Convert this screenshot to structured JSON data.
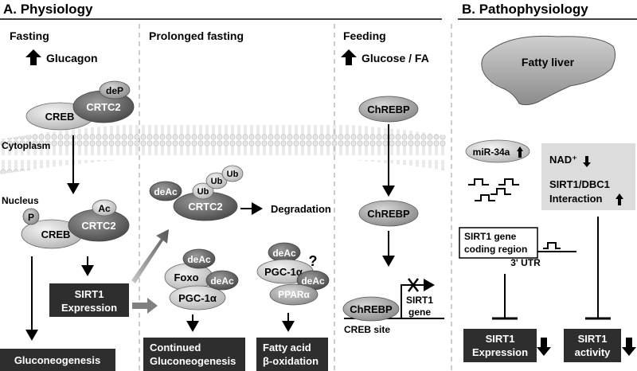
{
  "sections": {
    "physiology_title": "A. Physiology",
    "pathophysiology_title": "B. Pathophysiology"
  },
  "columns": {
    "fasting": "Fasting",
    "prolonged": "Prolonged fasting",
    "feeding": "Feeding"
  },
  "signals": {
    "glucagon": "Glucagon",
    "glucose_fa": "Glucose / FA"
  },
  "compartments": {
    "cytoplasm": "Cytoplasm",
    "nucleus": "Nucleus"
  },
  "nodes": {
    "creb": "CREB",
    "crtc2": "CRTC2",
    "dep": "deP",
    "p": "P",
    "ac": "Ac",
    "deac": "deAc",
    "ub": "Ub",
    "foxo": "Foxo",
    "pgc1a": "PGC-1α",
    "ppara": "PPARα",
    "question": "?",
    "chrebp": "ChREBP",
    "mir34a": "miR-34a",
    "nad": "NAD⁺",
    "sirt1_dbc1_line1": "SIRT1/DBC1",
    "sirt1_dbc1_line2": "Interaction"
  },
  "processes": {
    "degradation": "Degradation",
    "sirt1_expression_1": "SIRT1",
    "sirt1_expression_2": "Expression",
    "gluconeogenesis": "Gluconeogenesis",
    "continued_1": "Continued",
    "continued_2": "Gluconeogenesis",
    "fatty_acid_1": "Fatty acid",
    "fatty_acid_2": "β-oxidation",
    "creb_site": "CREB site",
    "sirt1_gene_1": "SIRT1",
    "sirt1_gene_2": "gene",
    "coding_1": "SIRT1 gene",
    "coding_2": "coding region",
    "utr": "3' UTR",
    "fatty_liver": "Fatty liver",
    "b_expr_1": "SIRT1",
    "b_expr_2": "Expression",
    "b_act_1": "SIRT1",
    "b_act_2": "activity"
  },
  "colors": {
    "dark_box": "#2e2e2e",
    "oval_dark": "#6a6a6a",
    "oval_light": "#c4c4c4",
    "membrane": "#d8d8d8"
  }
}
